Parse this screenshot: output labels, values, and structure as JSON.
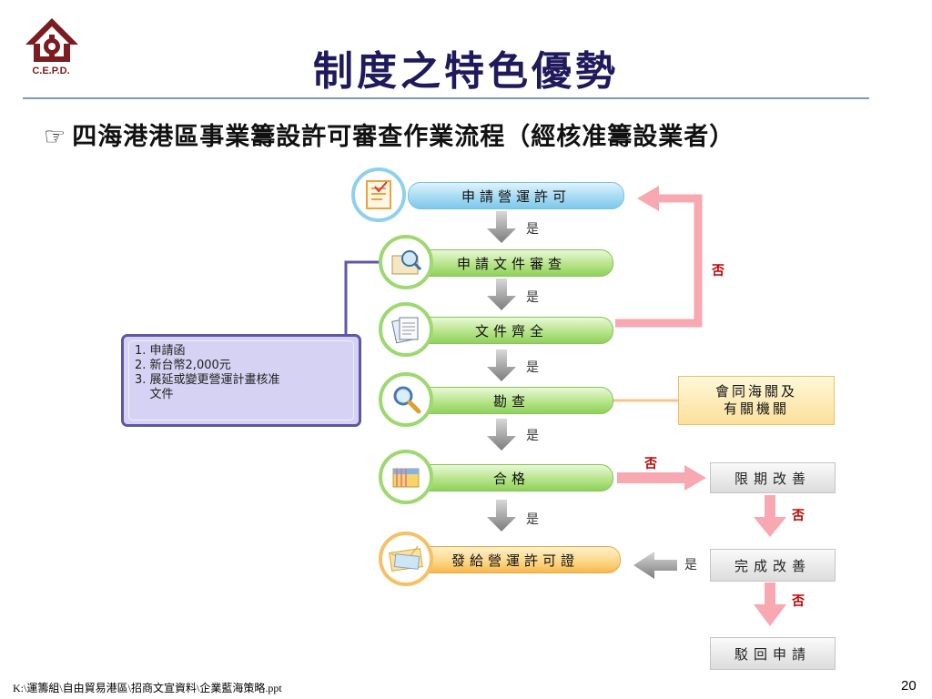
{
  "slide": {
    "title": "制度之特色優勢",
    "subtitle": "四海港港區事業籌設許可審查作業流程（經核准籌設業者）",
    "subtitle_bullet": "☞",
    "logo_text": "C.E.P.D.",
    "footer_path": "K:\\運籌組\\自由貿易港區\\招商文宣資料\\企業藍海策略.ppt",
    "page_number": "20"
  },
  "flow": {
    "steps": [
      {
        "label": "申請營運許可"
      },
      {
        "label": "申請文件審查"
      },
      {
        "label": "文件齊全"
      },
      {
        "label": "勘查"
      },
      {
        "label": "合格"
      },
      {
        "label": "發給營運許可證"
      }
    ],
    "yes_label": "是",
    "no_label": "否",
    "documents_list": [
      "1. 申請函",
      "2. 新台幣2,000元",
      "3. 展延或變更營運計畫核准",
      "    文件"
    ],
    "inspection_partner_lines": [
      "會同海關及",
      "有關機關"
    ],
    "rejection_path": [
      {
        "label": "限期改善"
      },
      {
        "label": "完成改善"
      },
      {
        "label": "駁回申請"
      }
    ]
  },
  "colors": {
    "title": "#1f1a5c",
    "rule": "#7f95c8",
    "no_text": "#c00000",
    "pink_arrow": "#f7a8b0",
    "gray_arrow": "#8a8a8a",
    "purple_line": "#5f56a6",
    "orange_line": "#f6c48a"
  }
}
